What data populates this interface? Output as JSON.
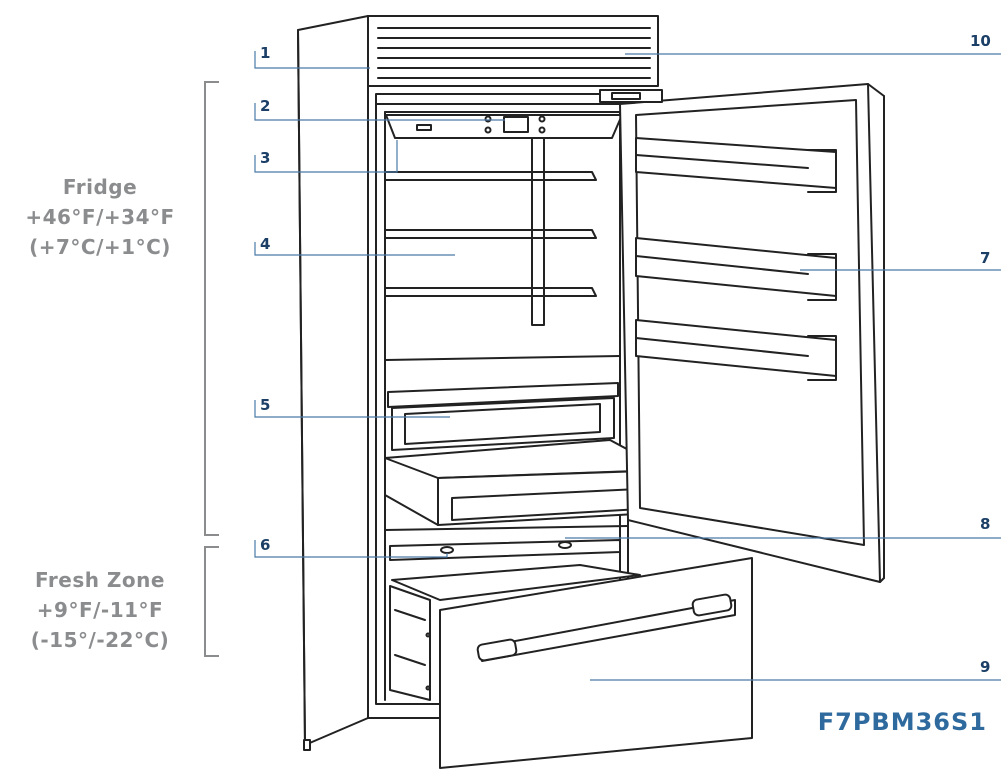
{
  "zones": {
    "fridge": {
      "lines": [
        "Fridge",
        "+46°F/+34°F",
        "(+7°C/+1°C)"
      ]
    },
    "fresh_zone": {
      "lines": [
        "Fresh Zone",
        "+9°F/-11°F",
        "(-15°/-22°C)"
      ]
    }
  },
  "callouts": {
    "c1": "1",
    "c2": "2",
    "c3": "3",
    "c4": "4",
    "c5": "5",
    "c6": "6",
    "c7": "7",
    "c8": "8",
    "c9": "9",
    "c10": "10"
  },
  "model": "F7PBM36S1",
  "colors": {
    "label_gray": "#8a8c8e",
    "callout_navy": "#1b3f66",
    "leader_blue": "#4a7aa8",
    "model_blue": "#2f6a9e",
    "line_art": "#222222"
  }
}
